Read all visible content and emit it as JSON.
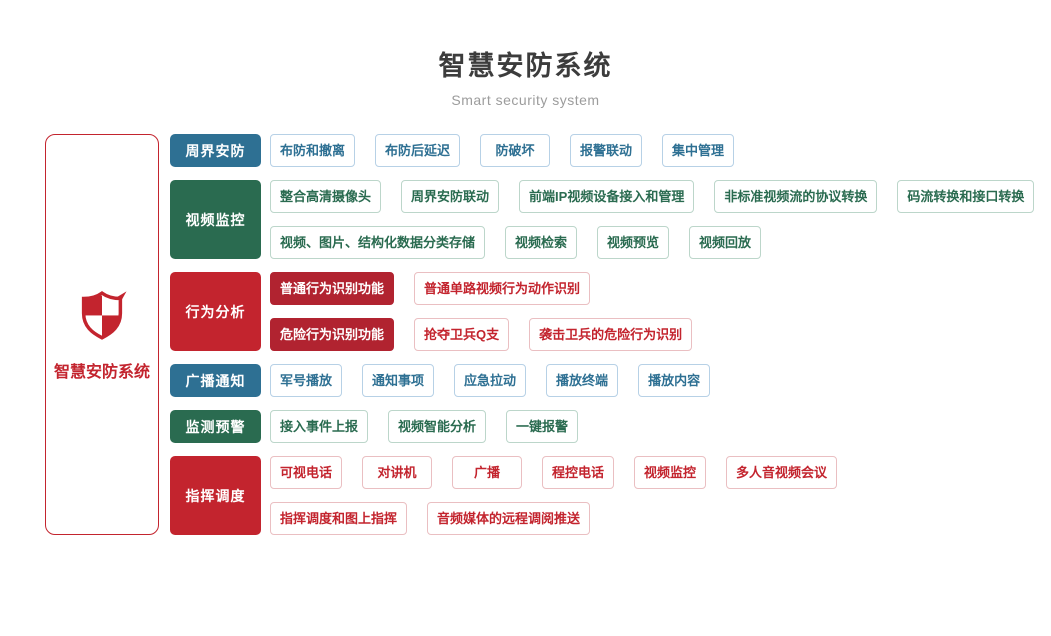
{
  "header": {
    "title": "智慧安防系统",
    "subtitle": "Smart security system"
  },
  "root": {
    "label": "智慧安防系统",
    "icon": "shield-icon"
  },
  "palette": {
    "blue": {
      "solid": "#2E7093",
      "border": "#B7D1E6",
      "text": "#2E7093",
      "fill": "#2E7093"
    },
    "green": {
      "solid": "#2A6B50",
      "border": "#BCD6CA",
      "text": "#2A6B50",
      "fill": "#2A6B50"
    },
    "red": {
      "solid": "#C3242E",
      "border": "#EABFC2",
      "text": "#C3242E",
      "fill": "#B12330"
    }
  },
  "accent_color": "#C3242E",
  "title_color": "#3c3c3c",
  "subtitle_color": "#9c9c9c",
  "rows": [
    {
      "category": "周界安防",
      "color": "blue",
      "lines": [
        [
          {
            "label": "布防和撤离"
          },
          {
            "label": "布防后延迟"
          },
          {
            "label": "防破坏"
          },
          {
            "label": "报警联动"
          },
          {
            "label": "集中管理"
          }
        ]
      ]
    },
    {
      "category": "视频监控",
      "color": "green",
      "lines": [
        [
          {
            "label": "整合高清摄像头"
          },
          {
            "label": "周界安防联动"
          },
          {
            "label": "前端IP视频设备接入和管理"
          },
          {
            "label": "非标准视频流的协议转换"
          },
          {
            "label": "码流转换和接口转换"
          }
        ],
        [
          {
            "label": "视频、图片、结构化数据分类存储"
          },
          {
            "label": "视频检索"
          },
          {
            "label": "视频预览"
          },
          {
            "label": "视频回放"
          }
        ]
      ]
    },
    {
      "category": "行为分析",
      "color": "red",
      "lines": [
        [
          {
            "label": "普通行为识别功能",
            "filled": true
          },
          {
            "label": "普通单路视频行为动作识别"
          }
        ],
        [
          {
            "label": "危险行为识别功能",
            "filled": true
          },
          {
            "label": "抢夺卫兵Q支"
          },
          {
            "label": "袭击卫兵的危险行为识别"
          }
        ]
      ]
    },
    {
      "category": "广播通知",
      "color": "blue",
      "lines": [
        [
          {
            "label": "军号播放"
          },
          {
            "label": "通知事项"
          },
          {
            "label": "应急拉动"
          },
          {
            "label": "播放终端"
          },
          {
            "label": "播放内容"
          }
        ]
      ]
    },
    {
      "category": "监测预警",
      "color": "green",
      "lines": [
        [
          {
            "label": "接入事件上报"
          },
          {
            "label": "视频智能分析"
          },
          {
            "label": "一键报警"
          }
        ]
      ]
    },
    {
      "category": "指挥调度",
      "color": "red",
      "lines": [
        [
          {
            "label": "可视电话"
          },
          {
            "label": "对讲机"
          },
          {
            "label": "广播"
          },
          {
            "label": "程控电话"
          },
          {
            "label": "视频监控"
          },
          {
            "label": "多人音视频会议"
          }
        ],
        [
          {
            "label": "指挥调度和图上指挥"
          },
          {
            "label": "音频媒体的远程调阅推送"
          }
        ]
      ]
    }
  ]
}
